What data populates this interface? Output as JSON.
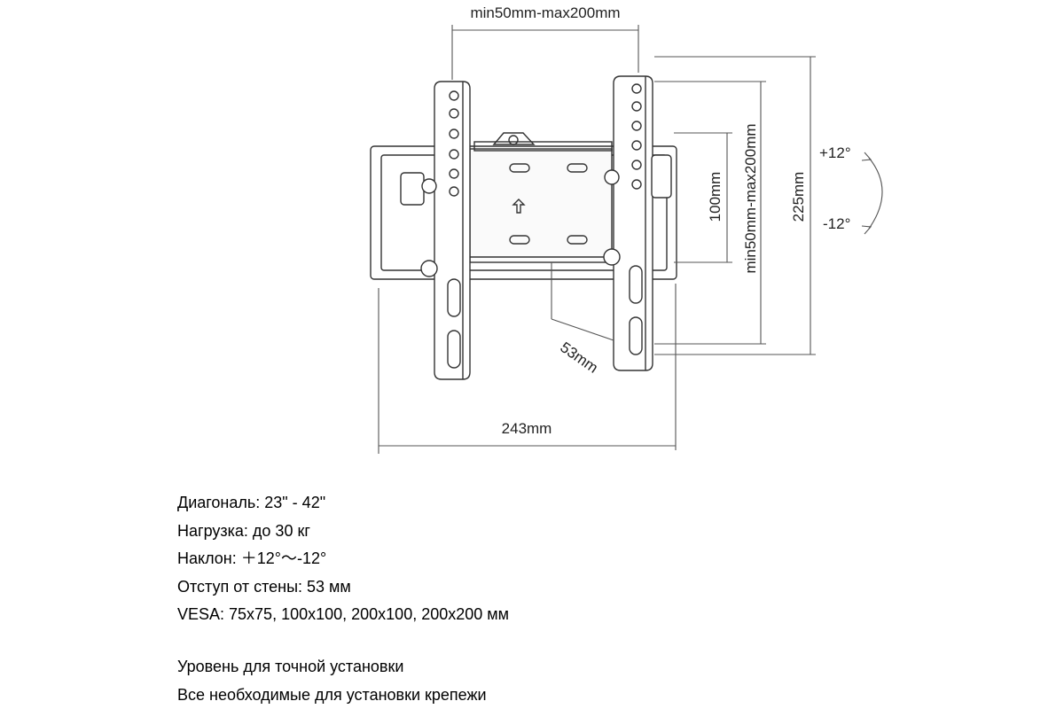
{
  "dimensions": {
    "top_width": "min50mm-max200mm",
    "vertical_range": "min50mm-max200mm",
    "inner_height": "100mm",
    "total_height": "225mm",
    "tilt_up": "+12°",
    "tilt_down": "-12°",
    "depth": "53mm",
    "total_width": "243mm"
  },
  "specs": [
    "Диагональ: 23\" - 42\"",
    "Нагрузка: до 30 кг",
    "Наклон: ＋12°～-12°",
    "Отступ от стены: 53 мм",
    "VESA: 75x75, 100x100, 200x100, 200x200 мм"
  ],
  "extras": [
    "Уровень для точной установки",
    "Все необходимые для установки крепежи"
  ]
}
